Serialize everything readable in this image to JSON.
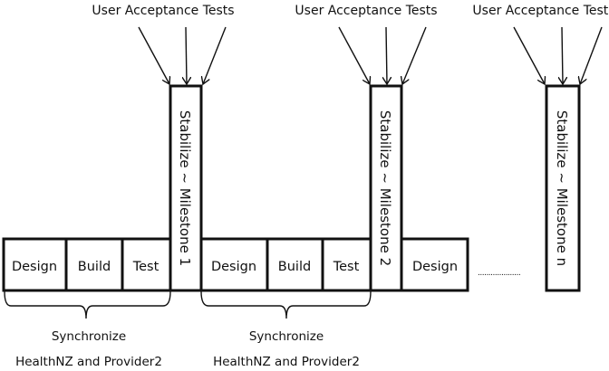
{
  "diagram": {
    "uat_labels": [
      "User Acceptance Tests",
      "User Acceptance Tests",
      "User Acceptance Tests"
    ],
    "milestones": [
      {
        "label": "Stabilize ~ Milestone 1"
      },
      {
        "label": "Stabilize ~ Milestone 2"
      },
      {
        "label": "Stabilize ~ Milestone n"
      }
    ],
    "iteration1": {
      "phases": [
        "Design",
        "Build",
        "Test"
      ]
    },
    "iteration2": {
      "phases": [
        "Design",
        "Build",
        "Test"
      ]
    },
    "iteration3": {
      "phases": [
        "Design"
      ]
    },
    "continuation": "....................",
    "sync_groups": [
      {
        "line1": "Synchronize",
        "line2": "HealthNZ and Provider2"
      },
      {
        "line1": "Synchronize",
        "line2": "HealthNZ and Provider2"
      }
    ]
  }
}
